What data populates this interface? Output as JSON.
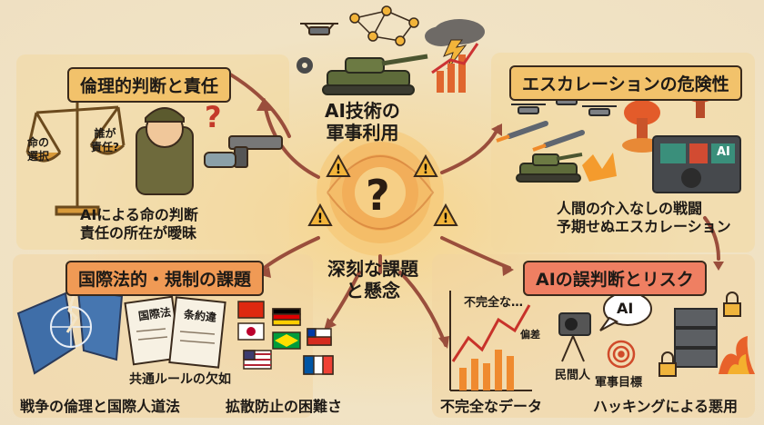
{
  "center": {
    "top_title_line1": "AI技術の",
    "top_title_line2": "軍事利用",
    "bottom_title_line1": "深刻な課題",
    "bottom_title_line2": "と懸念",
    "center_symbol": "?"
  },
  "ethics": {
    "title": "倫理的判断と責任",
    "scale_left_line1": "命の",
    "scale_left_line2": "選択",
    "scale_right_line1": "誰が",
    "scale_right_line2": "責任?",
    "caption_line1": "AIによる命の判断",
    "caption_line2": "責任の所在が曖昧"
  },
  "escalation": {
    "title": "エスカレーションの危険性",
    "screen_label": "AI",
    "caption_line1": "人間の介入なしの戦闘",
    "caption_line2": "予期せぬエスカレーション"
  },
  "international": {
    "title": "国際法的・規制の課題",
    "doc1_label": "国際法",
    "doc2_label": "条約違",
    "caption_rule": "共通ルールの欠如",
    "caption_left": "戦争の倫理と国際人道法",
    "caption_right": "拡散防止の困難さ"
  },
  "ai_risk": {
    "title": "AIの誤判断とリスク",
    "chart_label": "不完全な…",
    "bias_label": "偏差",
    "speech_label": "AI",
    "civilian_label": "民間人",
    "target_label": "軍事目標",
    "caption_data": "不完全なデータ",
    "caption_hacking": "ハッキングによる悪用"
  },
  "colors": {
    "background": "#f4e6c8",
    "ethics_title": "#f2c26b",
    "international_title": "#f09a55",
    "ai_title": "#ef7f62",
    "arrow": "#9a4e3c",
    "warning": "#f2b43a"
  }
}
